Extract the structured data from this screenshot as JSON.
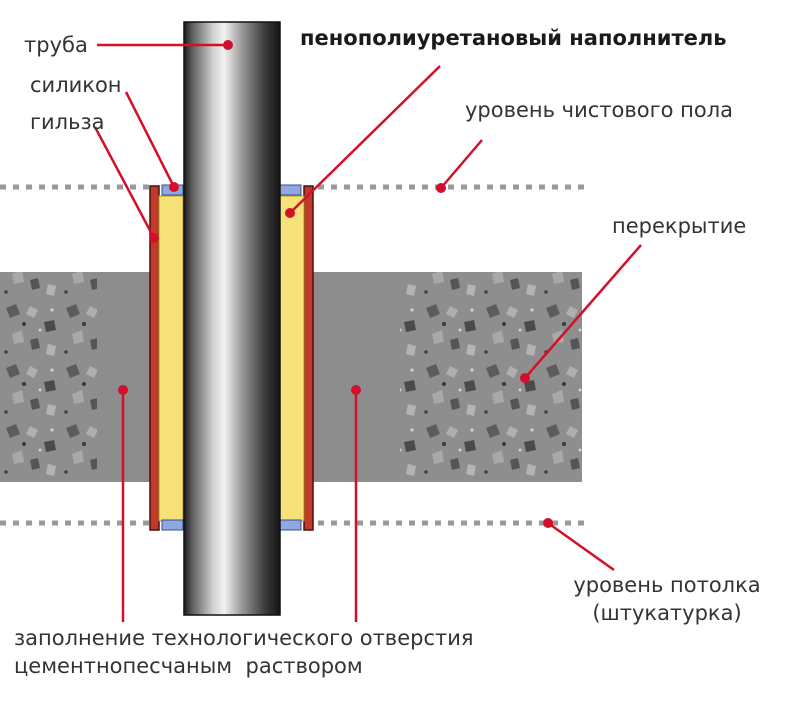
{
  "labels": {
    "pipe": "труба",
    "silicone": "силикон",
    "sleeve": "гильза",
    "foam_filler": "пенополиуретановый наполнитель",
    "floor_level": "уровень чистового пола",
    "slab": "перекрытие",
    "ceiling_level_line1": "уровень потолка",
    "ceiling_level_line2": "(штукатурка)",
    "mortar_line1": "заполнение технологического отверстия",
    "mortar_line2": "цементнопесчаным  раствором"
  },
  "colors": {
    "pointer": "#d2102a",
    "concrete": "#8e8e8e",
    "mortar": "#8d8d8d",
    "foam": "#f7e27a",
    "sleeve": "#c0392b",
    "silicone": "#8fa9e0",
    "dotted_line": "#999999"
  }
}
